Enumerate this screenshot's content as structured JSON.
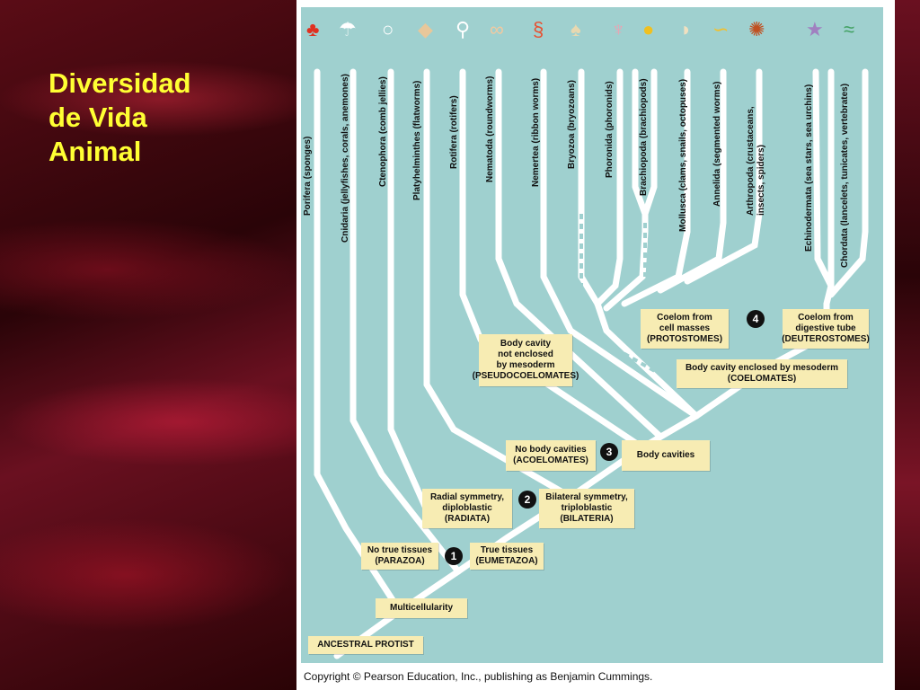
{
  "title": {
    "line1": "Diversidad",
    "line2": "de Vida",
    "line3": "Animal"
  },
  "phyla": [
    "Porifera (sponges)",
    "Cnidaria (jellyfishes, corals, anemones)",
    "Ctenophora (comb jellies)",
    "Platyhelminthes (flatworms)",
    "Rotifera (rotifers)",
    "Nematoda (roundworms)",
    "Nemertea (ribbon worms)",
    "Bryozoa (bryozoans)",
    "Phoronida (phoronids)",
    "Brachiopoda (brachiopods)",
    "Mollusca (clams, snails, octopuses)",
    "Annelida (segmented worms)",
    "Arthropoda (crustaceans, insects, spiders)",
    "Echinodermata (sea stars, sea urchins)",
    "Chordata (lancelets, tunicates, vertebrates)"
  ],
  "boxes": {
    "ancestral": "ANCESTRAL PROTIST",
    "multicellularity": "Multicellularity",
    "no_true_tissues": {
      "line1": "No true tissues",
      "line2": "(PARAZOA)"
    },
    "true_tissues": {
      "line1": "True tissues",
      "line2": "(EUMETAZOA)"
    },
    "radial": {
      "line1": "Radial symmetry,",
      "line2": "diploblastic",
      "line3": "(RADIATA)"
    },
    "bilateral": {
      "line1": "Bilateral symmetry,",
      "line2": "triploblastic",
      "line3": "(BILATERIA)"
    },
    "no_body_cavities": {
      "line1": "No body cavities",
      "line2": "(ACOELOMATES)"
    },
    "body_cavities": "Body cavities",
    "pseudo": {
      "line1": "Body cavity",
      "line2": "not enclosed",
      "line3": "by mesoderm",
      "line4": "(PSEUDOCOELOMATES)"
    },
    "coelomates": {
      "line1": "Body cavity enclosed by mesoderm",
      "line2": "(COELOMATES)"
    },
    "protostomes": {
      "line1": "Coelom from",
      "line2": "cell masses",
      "line3": "(PROTOSTOMES)"
    },
    "deuterostomes": {
      "line1": "Coelom from",
      "line2": "digestive tube",
      "line3": "(DEUTEROSTOMES)"
    }
  },
  "numbers": {
    "n1": "1",
    "n2": "2",
    "n3": "3",
    "n4": "4"
  },
  "icons": [
    "sponge-icon",
    "jellyfish-icon",
    "comb-jelly-icon",
    "flatworm-icon",
    "rotifer-icon",
    "roundworm-icon",
    "ribbon-worm-icon",
    "bryozoan-icon",
    "phoronid-icon",
    "brachiopod-icon",
    "clam-icon",
    "segmented-worm-icon",
    "crab-icon",
    "sea-star-icon",
    "lancelet-icon"
  ],
  "copyright": "Copyright © Pearson Education, Inc., publishing as Benjamin Cummings.",
  "colors": {
    "title": "#ffff33",
    "diagram_bg": "#9fd0cf",
    "box_bg": "#f7ecb3",
    "branch": "#ffffff"
  }
}
